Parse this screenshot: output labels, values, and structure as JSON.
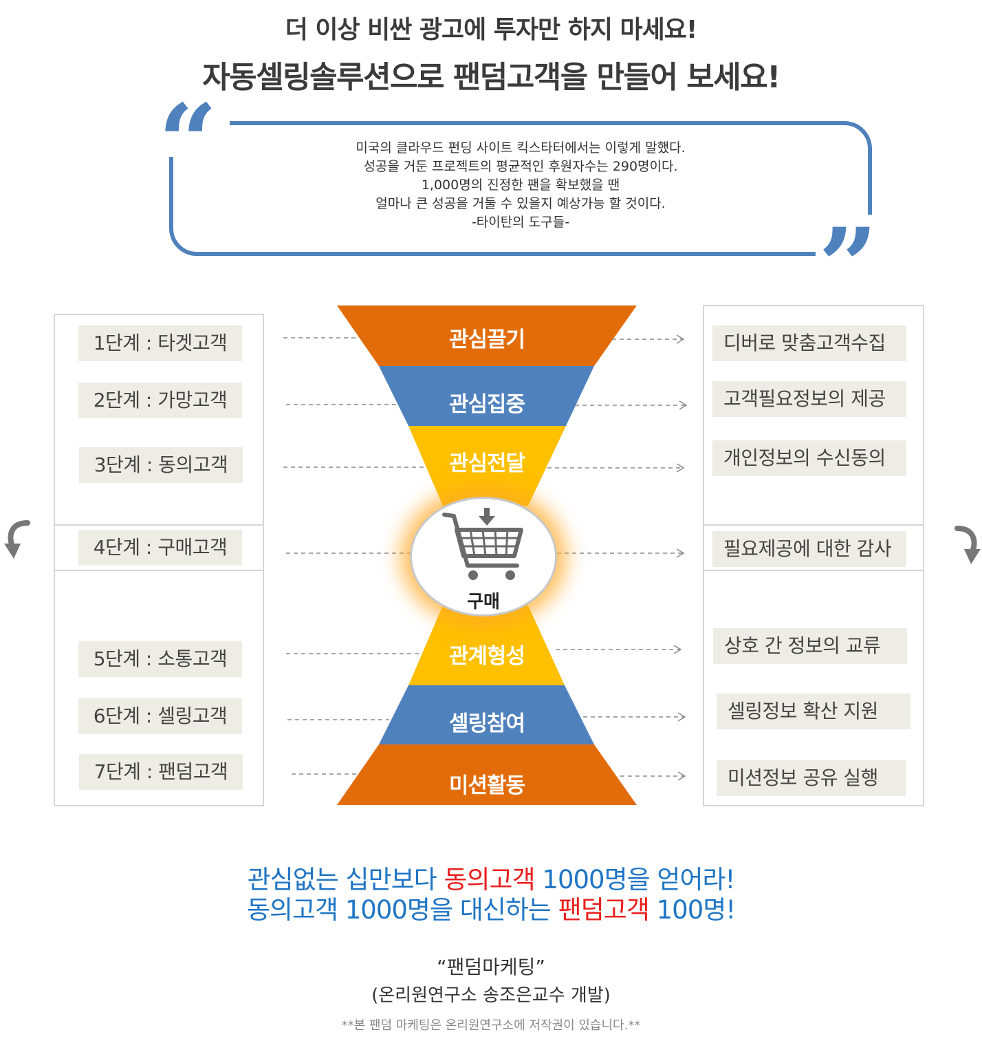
{
  "headline": {
    "line1": "더 이상 비싼 광고에 투자만 하지 마세요!",
    "line2": "자동셀링솔루션으로 팬덤고객을 만들어 보세요!"
  },
  "quote": {
    "open_mark": "“",
    "close_mark": "”",
    "lines": [
      "미국의 클라우드 펀딩 사이트 킥스타터에서는 이렇게 말했다.",
      "성공을 거둔 프로젝트의 평균적인 후원자수는 290명이다.",
      "1,000명의 진정한 팬을 확보했을 땐",
      "얼마나 큰 성공을 거둘 수 있을지 예상가능 할 것이다.",
      "-타이탄의 도구들-"
    ]
  },
  "stages": [
    "1단계 : 타겟고객",
    "2단계 : 가망고객",
    "3단계 : 동의고객",
    "4단계 : 구매고객",
    "5단계 : 소통고객",
    "6단계 : 셀링고객",
    "7단계 : 팬덤고객"
  ],
  "funnel": [
    "관심끌기",
    "관심집중",
    "관심전달",
    "관계형성",
    "셀링참여",
    "미션활동"
  ],
  "center": {
    "label": "구매",
    "icon": "shopping-cart-icon"
  },
  "actions": [
    "디버로 맞춤고객수집",
    "고객필요정보의 제공",
    "개인정보의 수신동의",
    "필요제공에 대한 감사",
    "상호 간 정보의 교류",
    "셀링정보 확산 지원",
    "미션정보 공유 실행"
  ],
  "colors": {
    "orange": "#e36c0a",
    "blue": "#4f81bd",
    "yellow": "#ffc000",
    "quote_blue": "#4f81bd",
    "slogan_blue": "#1f75c4",
    "slogan_red": "#e8201e",
    "label_bg": "#eeede5"
  },
  "slogan": {
    "line1_a": "관심없는 십만보다 ",
    "line1_red": "동의고객",
    "line1_b": " 1000명을 얻어라!",
    "line2_a": "동의고객 1000명을 대신하는 ",
    "line2_red": "팬덤고객",
    "line2_b": " 100명!"
  },
  "brand": {
    "name": "“팬덤마케팅”",
    "sub": "(온리원연구소 송조은교수 개발)",
    "copyright": "**본 팬덤 마케팅은 온리원연구소에 저작권이 있습니다.**"
  }
}
